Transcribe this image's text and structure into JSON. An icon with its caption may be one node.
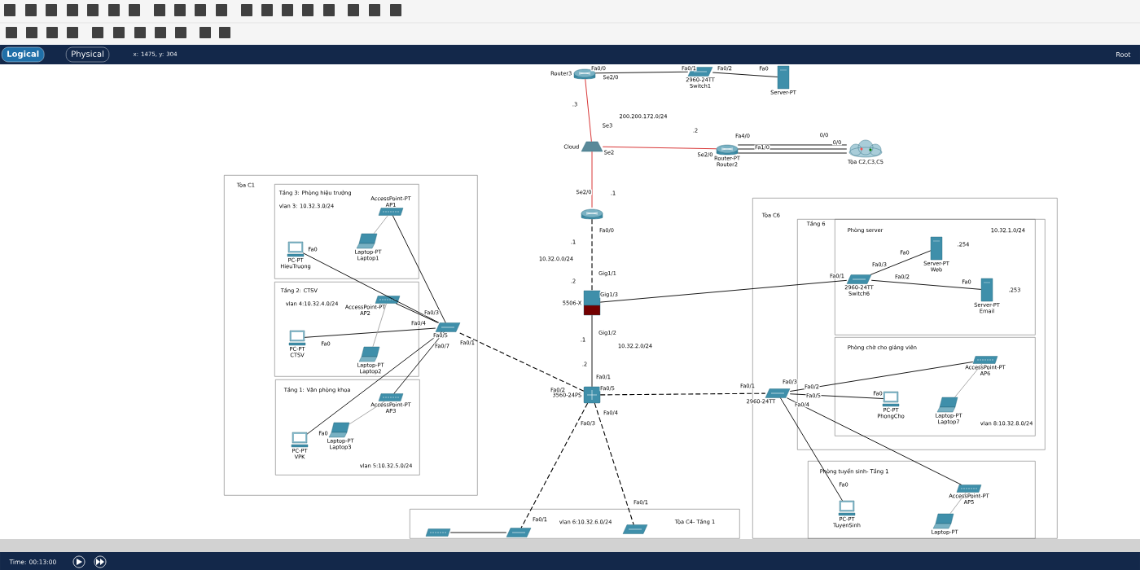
{
  "diagram": {
    "nodes": [
      {
        "text": [
          "Tòa C1"
        ]
      },
      {
        "text": [
          "Tầng 3: Phòng hiệu trưởng",
          "vlan 3: 10.32.3.0/24"
        ],
        "in": 0
      },
      {
        "text": [
          "Tầng 2: CTSV",
          "vlan 4:10.32.4.0/24"
        ],
        "in": 0
      },
      {
        "text": [
          "Tầng 1: Văn phòng khoa",
          "vlan 5:10.32.5.0/24"
        ],
        "in": 0
      },
      {
        "text": [
          "Tòa C6"
        ]
      },
      {
        "text": [
          "Tầng 6"
        ],
        "in": 4
      },
      {
        "text": [
          "Phòng server",
          "10.32.1.0/24"
        ],
        "in": 5
      },
      {
        "text": [
          "Phòng chờ cho giảng viên",
          "vlan 8:10.32.8.0/24"
        ],
        "in": 5
      },
      {
        "text": [
          "Phòng tuyển sinh- Tầng 1"
        ],
        "in": 4
      },
      {
        "text": [
          "vlan 6:10.32.6.0/24",
          "Tòa C4- Tầng 1"
        ]
      },
      {
        "text": [
          "Router3"
        ]
      },
      {
        "text": [
          "2960-24TT",
          "Switch1"
        ]
      },
      {
        "text": [
          "Server-PT"
        ]
      },
      {
        "text": [
          "Cloud"
        ]
      },
      {
        "text": [
          "Router-PT",
          "Router2"
        ]
      },
      {
        "text": [
          "Tòa C2,C3,C5"
        ]
      },
      {
        "text": [],
        "shape": "picture"
      },
      {
        "text": [
          "5506-X"
        ]
      },
      {
        "text": [
          "3560-24PS"
        ]
      },
      {
        "text": [],
        "shape": "picture",
        "in": 0
      },
      {
        "text": [
          "AccessPoint-PT",
          "AP1"
        ],
        "in": 1
      },
      {
        "text": [
          "Laptop-PT",
          "Laptop1"
        ],
        "in": 1
      },
      {
        "text": [
          "PC-PT",
          "HieuTruong"
        ],
        "in": 1
      },
      {
        "text": [
          "AccessPoint-PT",
          "AP2"
        ],
        "in": 2
      },
      {
        "text": [
          "Laptop-PT",
          "Laptop2"
        ],
        "in": 2
      },
      {
        "text": [
          "PC-PT",
          "CTSV"
        ],
        "in": 2
      },
      {
        "text": [
          "AccessPoint-PT",
          "AP3"
        ],
        "in": 3
      },
      {
        "text": [
          "Laptop-PT",
          "Laptop3"
        ],
        "in": 3
      },
      {
        "text": [
          "PC-PT",
          "VPK"
        ],
        "in": 3
      },
      {
        "text": [
          "2960-24TT",
          "Switch6"
        ],
        "in": 6
      },
      {
        "text": [
          "Server-PT",
          "Web"
        ],
        "in": 6,
        "beside": [
          ".254"
        ]
      },
      {
        "text": [
          "Server-PT",
          "Email"
        ],
        "in": 6,
        "beside": [
          ".253"
        ]
      },
      {
        "text": [
          "AccessPoint-PT",
          "AP6"
        ],
        "in": 7
      },
      {
        "text": [
          "PC-PT",
          "PhongCho"
        ],
        "in": 7
      },
      {
        "text": [
          "Laptop-PT",
          "Laptop7"
        ],
        "in": 7
      },
      {
        "text": [
          "2960-24TT"
        ],
        "in": 4
      },
      {
        "text": [
          "PC-PT",
          "TuyenSinh"
        ],
        "in": 8
      },
      {
        "text": [
          "AccessPoint-PT",
          "AP5"
        ],
        "in": 8
      },
      {
        "text": [
          "Laptop-PT"
        ],
        "in": 8
      },
      {
        "text": [],
        "shape": "picture",
        "in": 9
      },
      {
        "text": [],
        "shape": "picture",
        "in": 9
      },
      {
        "text": [],
        "shape": "picture",
        "in": 9
      }
    ],
    "edges": [
      {
        "from": 10,
        "to": 11,
        "arrow": "none"
      },
      {
        "from": 11,
        "to": 12,
        "arrow": "none"
      },
      {
        "from": 10,
        "to": 13,
        "arrow": "none",
        "color": "#d42020"
      },
      {
        "from": 13,
        "to": 14,
        "arrow": "none",
        "color": "#d42020"
      },
      {
        "from": 13,
        "to": 16,
        "arrow": "none",
        "color": "#d42020"
      },
      {
        "from": 14,
        "to": 15,
        "arrow": "none"
      },
      {
        "from": 14,
        "to": 15,
        "arrow": "none"
      },
      {
        "from": 14,
        "to": 15,
        "arrow": "none"
      },
      {
        "from": 16,
        "to": 17,
        "arrow": "none",
        "style": "dashed"
      },
      {
        "from": 17,
        "to": 18,
        "arrow": "none"
      },
      {
        "from": 17,
        "to": 29,
        "arrow": "none"
      },
      {
        "from": 18,
        "to": 19,
        "arrow": "none",
        "style": "dashed"
      },
      {
        "from": 18,
        "to": 35,
        "arrow": "none",
        "style": "dashed"
      },
      {
        "from": 18,
        "to": 40,
        "arrow": "none",
        "style": "dashed"
      },
      {
        "from": 18,
        "to": 41,
        "arrow": "none",
        "style": "dashed"
      },
      {
        "from": 19,
        "to": 20,
        "arrow": "none"
      },
      {
        "from": 19,
        "to": 22,
        "arrow": "none"
      },
      {
        "from": 19,
        "to": 23,
        "arrow": "none"
      },
      {
        "from": 19,
        "to": 25,
        "arrow": "none"
      },
      {
        "from": 19,
        "to": 28,
        "arrow": "none"
      },
      {
        "from": 19,
        "to": 26,
        "arrow": "none"
      },
      {
        "from": 20,
        "to": 21,
        "arrow": "none",
        "color": "#a0a0a0"
      },
      {
        "from": 23,
        "to": 24,
        "arrow": "none",
        "color": "#a0a0a0"
      },
      {
        "from": 26,
        "to": 27,
        "arrow": "none",
        "color": "#a0a0a0"
      },
      {
        "from": 29,
        "to": 30,
        "arrow": "none"
      },
      {
        "from": 29,
        "to": 31,
        "arrow": "none"
      },
      {
        "from": 35,
        "to": 32,
        "arrow": "none"
      },
      {
        "from": 35,
        "to": 33,
        "arrow": "none"
      },
      {
        "from": 35,
        "to": 36,
        "arrow": "none"
      },
      {
        "from": 35,
        "to": 37,
        "arrow": "none"
      },
      {
        "from": 32,
        "to": 34,
        "arrow": "none",
        "color": "#a0a0a0"
      },
      {
        "from": 37,
        "to": 38,
        "arrow": "none",
        "color": "#a0a0a0"
      },
      {
        "from": 39,
        "to": 40,
        "arrow": "none"
      }
    ],
    "labels": [
      "Fa0/0",
      "Fa0/1",
      "Fa0/2",
      "Fa0",
      "Se2/0",
      ".3",
      "200.200.172.0/24",
      "Se3",
      ".2",
      "Fa4/0",
      "0/0",
      "0/0",
      "Se2",
      "Se2/0",
      "Fa1/0",
      "Se2/0",
      ".1",
      "Fa0/0",
      ".1",
      "10.32.0.0/24",
      "Gig1/1",
      ".2",
      "Gig1/3",
      "Fa0/1",
      "Fa0/3",
      "Fa0",
      "Fa0/2",
      "Fa0",
      "Fa0",
      "Fa0/3",
      "Fa0/4",
      "Fa0/5",
      "Fa0/1",
      "Fa0/7",
      "Fa0",
      "Gig1/2",
      ".1",
      "10.32.2.0/24",
      ".2",
      "Fa0/1",
      "Fa0/3",
      "Fa0/1",
      "Fa0/2",
      "Fa0/2",
      "Fa0/5",
      "Fa0/5",
      "Fa0",
      "Fa0/4",
      "Fa0/4",
      "Fa0/3",
      "Fa0",
      "Fa0",
      "Fa0/1",
      "Fa0/1",
      "Logical",
      "Physical",
      "x: 1475, y: 304",
      "Root",
      "Time: 00:13:00"
    ]
  }
}
